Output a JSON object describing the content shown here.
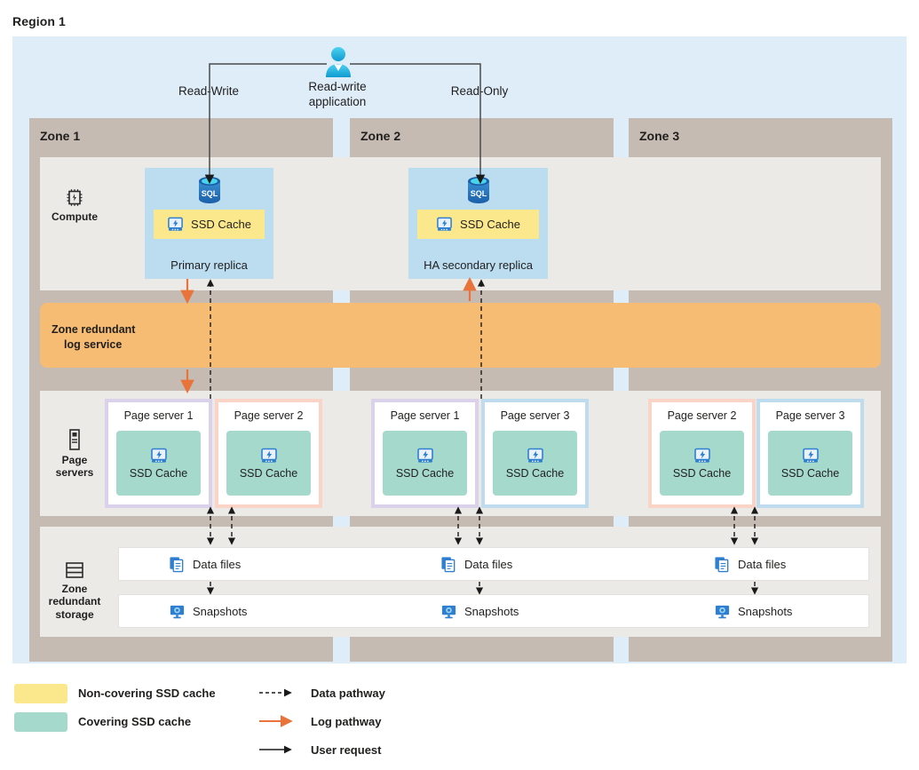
{
  "diagram": {
    "region_title": "Region 1",
    "type": "azure-sql-hyperscale-zone-redundant-architecture"
  },
  "actor": {
    "icon": "user-icon",
    "label": "Read-write\napplication",
    "label_line1": "Read-write",
    "label_line2": "application",
    "connections": [
      {
        "name": "read-write",
        "label": "Read-Write",
        "target": "Primary replica"
      },
      {
        "name": "read-only",
        "label": "Read-Only",
        "target": "HA secondary replica"
      }
    ]
  },
  "zones": [
    {
      "id": "zone1",
      "label": "Zone 1"
    },
    {
      "id": "zone2",
      "label": "Zone 2"
    },
    {
      "id": "zone3",
      "label": "Zone 3"
    }
  ],
  "rows": {
    "compute": {
      "label": "Compute",
      "icon": "cpu-chip-icon"
    },
    "page_servers": {
      "label_line1": "Page",
      "label_line2": "servers",
      "icon": "server-icon"
    },
    "storage": {
      "label_line1": "Zone",
      "label_line2": "redundant",
      "label_line3": "storage",
      "icon": "storage-stack-icon"
    }
  },
  "replicas": [
    {
      "name": "Primary replica",
      "zone": "Zone 1",
      "db_icon": "sql-database-icon",
      "cache": {
        "label": "SSD Cache",
        "icon": "ssd-cache-icon",
        "type": "non-covering",
        "color": "#fbe88c"
      }
    },
    {
      "name": "HA secondary replica",
      "zone": "Zone 2",
      "db_icon": "sql-database-icon",
      "cache": {
        "label": "SSD Cache",
        "icon": "ssd-cache-icon",
        "type": "non-covering",
        "color": "#fbe88c"
      }
    }
  ],
  "page_servers": [
    {
      "title": "Page server 1",
      "zone": "Zone 1",
      "border_color": "#d9d2ea",
      "cache_label": "SSD Cache",
      "cache_color": "#a5d9cb",
      "icon": "ssd-cache-icon"
    },
    {
      "title": "Page server 2",
      "zone": "Zone 1",
      "border_color": "#fad4c6",
      "cache_label": "SSD Cache",
      "cache_color": "#a5d9cb",
      "icon": "ssd-cache-icon"
    },
    {
      "title": "Page server 1",
      "zone": "Zone 2",
      "border_color": "#d9d2ea",
      "cache_label": "SSD Cache",
      "cache_color": "#a5d9cb",
      "icon": "ssd-cache-icon"
    },
    {
      "title": "Page server 3",
      "zone": "Zone 2",
      "border_color": "#bfdcee",
      "cache_label": "SSD Cache",
      "cache_color": "#a5d9cb",
      "icon": "ssd-cache-icon"
    },
    {
      "title": "Page server 2",
      "zone": "Zone 3",
      "border_color": "#fad4c6",
      "cache_label": "SSD Cache",
      "cache_color": "#a5d9cb",
      "icon": "ssd-cache-icon"
    },
    {
      "title": "Page server 3",
      "zone": "Zone 3",
      "border_color": "#bfdcee",
      "cache_label": "SSD Cache",
      "cache_color": "#a5d9cb",
      "icon": "ssd-cache-icon"
    }
  ],
  "log_service": {
    "label_line1": "Zone redundant",
    "label_line2": "log service",
    "color": "#f7bc74"
  },
  "storage_rows": [
    {
      "name": "data-files",
      "label": "Data files",
      "icon": "data-files-icon",
      "instances": 3
    },
    {
      "name": "snapshots",
      "label": "Snapshots",
      "icon": "snapshots-icon",
      "instances": 3
    }
  ],
  "legend": {
    "swatches": [
      {
        "name": "non-covering-ssd-cache",
        "label": "Non-covering SSD cache",
        "color": "#fbe88c"
      },
      {
        "name": "covering-ssd-cache",
        "label": "Covering SSD cache",
        "color": "#a5d9cb"
      }
    ],
    "arrows": [
      {
        "name": "data-pathway",
        "label": "Data pathway",
        "style": "dashed",
        "color": "#1a1a1a"
      },
      {
        "name": "log-pathway",
        "label": "Log pathway",
        "style": "solid",
        "color": "#e8743b"
      },
      {
        "name": "user-request",
        "label": "User request",
        "style": "solid",
        "color": "#1a1a1a"
      }
    ]
  },
  "colors": {
    "region_bg": "#dfedf9",
    "zone_col": "#c5bbb3",
    "band_bg": "#eceae7",
    "replica_bg": "#bcdcf0",
    "log_bar": "#f7bc74",
    "yellow_cache": "#fbe88c",
    "green_cache": "#a5d9cb",
    "orange_arrow": "#e8743b"
  }
}
